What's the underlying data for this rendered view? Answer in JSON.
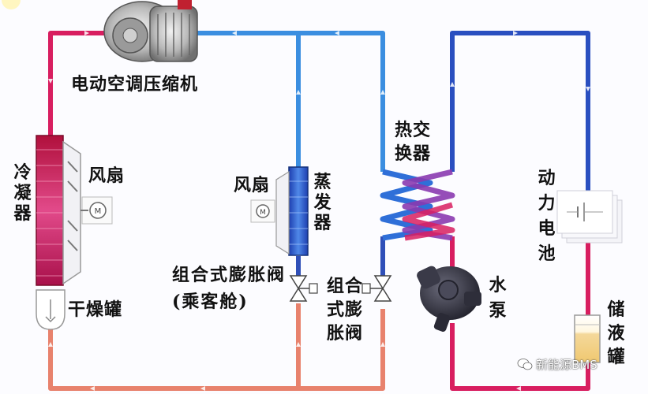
{
  "labels": {
    "compressor": "电动空调压缩机",
    "condenser": "冷凝器",
    "fan_left": "风扇",
    "drier": "干燥罐",
    "fan_mid": "风扇",
    "evaporator": "蒸发器",
    "expansion_valve_cabin": "组合式膨胀阀(乘客舱)",
    "expansion_valve": "组合式膨胀阀",
    "heat_exchanger": "热交换器",
    "power_battery": "动力电池",
    "water_pump": "水泵",
    "reservoir": "储液罐"
  },
  "watermark": "新能源BMS",
  "colors": {
    "hot_line": "#d81e60",
    "cold_line": "#2f86d8",
    "liquid_line": "#e8826d",
    "coolant_line": "#2a4fc0"
  }
}
